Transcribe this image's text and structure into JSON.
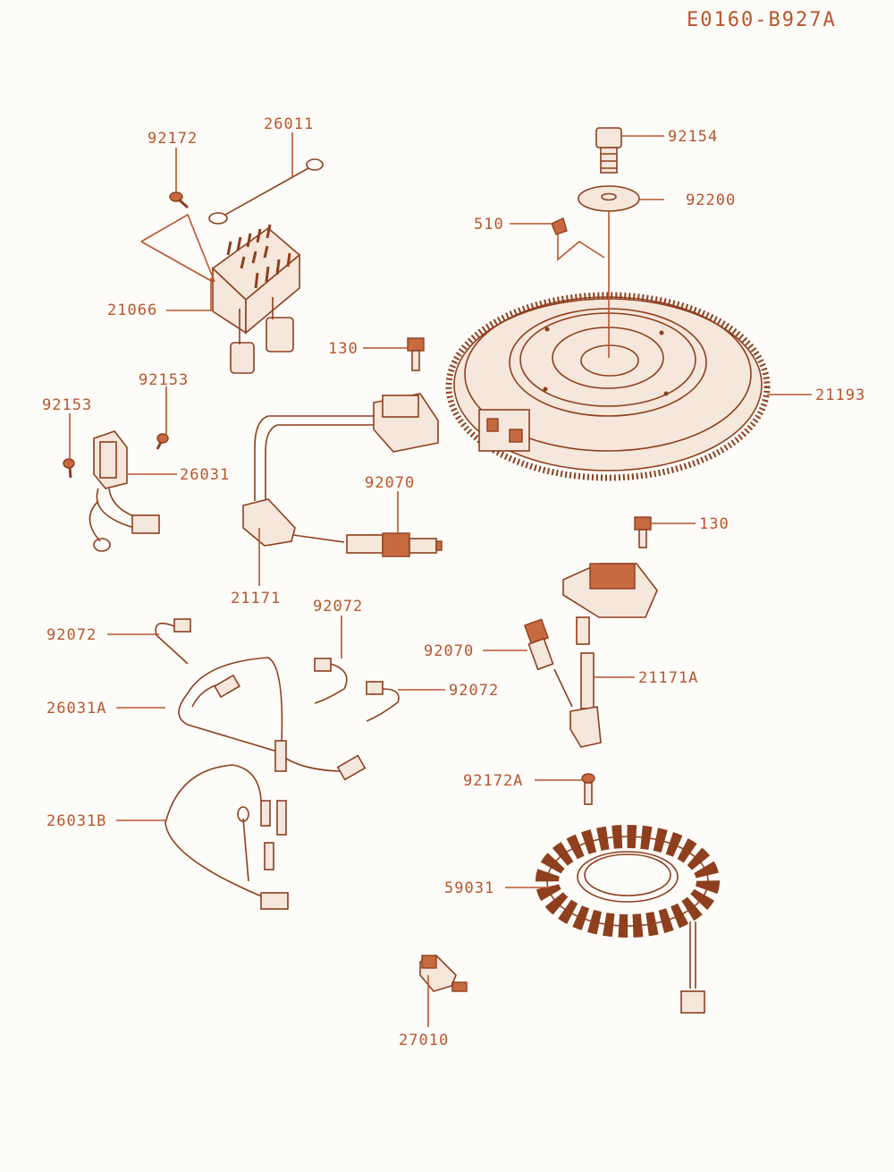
{
  "diagram_code": "E0160-B927A",
  "callouts": [
    {
      "id": "92172",
      "text": "92172"
    },
    {
      "id": "26011",
      "text": "26011"
    },
    {
      "id": "21066",
      "text": "21066"
    },
    {
      "id": "92153a",
      "text": "92153"
    },
    {
      "id": "92153b",
      "text": "92153"
    },
    {
      "id": "26031",
      "text": "26031"
    },
    {
      "id": "130a",
      "text": "130"
    },
    {
      "id": "92070a",
      "text": "92070"
    },
    {
      "id": "21171",
      "text": "21171"
    },
    {
      "id": "92154",
      "text": "92154"
    },
    {
      "id": "92200",
      "text": "92200"
    },
    {
      "id": "510",
      "text": "510"
    },
    {
      "id": "21193",
      "text": "21193"
    },
    {
      "id": "130b",
      "text": "130"
    },
    {
      "id": "92072a",
      "text": "92072"
    },
    {
      "id": "92072b",
      "text": "92072"
    },
    {
      "id": "92072c",
      "text": "92072"
    },
    {
      "id": "26031A",
      "text": "26031A"
    },
    {
      "id": "92070b",
      "text": "92070"
    },
    {
      "id": "21171A",
      "text": "21171A"
    },
    {
      "id": "92172A",
      "text": "92172A"
    },
    {
      "id": "26031B",
      "text": "26031B"
    },
    {
      "id": "59031",
      "text": "59031"
    },
    {
      "id": "27010",
      "text": "27010"
    }
  ]
}
